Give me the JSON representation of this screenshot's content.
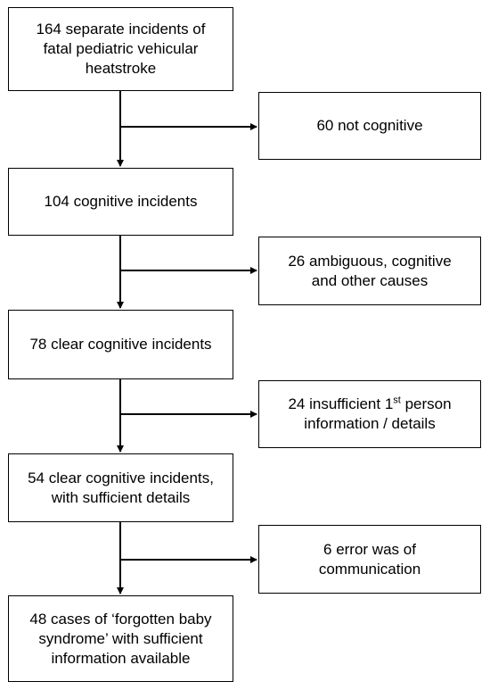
{
  "flowchart": {
    "main_steps": [
      {
        "lines": [
          "164 separate incidents of",
          "fatal pediatric vehicular",
          "heatstroke"
        ]
      },
      {
        "lines": [
          "104 cognitive incidents"
        ]
      },
      {
        "lines": [
          "78 clear cognitive incidents"
        ]
      },
      {
        "lines": [
          "54 clear cognitive incidents,",
          "with sufficient details"
        ]
      },
      {
        "lines": [
          "48 cases of ‘forgotten baby",
          "syndrome’ with sufficient",
          "information available"
        ]
      }
    ],
    "exclusions": [
      {
        "lines": [
          "60 not cognitive"
        ]
      },
      {
        "lines": [
          "26 ambiguous, cognitive",
          "and other causes"
        ]
      },
      {
        "line1_before": "24 insufficient 1",
        "line1_sup": "st",
        "line1_after": " person",
        "line2": "information / details"
      },
      {
        "lines": [
          "6 error was of",
          "communication"
        ]
      }
    ]
  }
}
